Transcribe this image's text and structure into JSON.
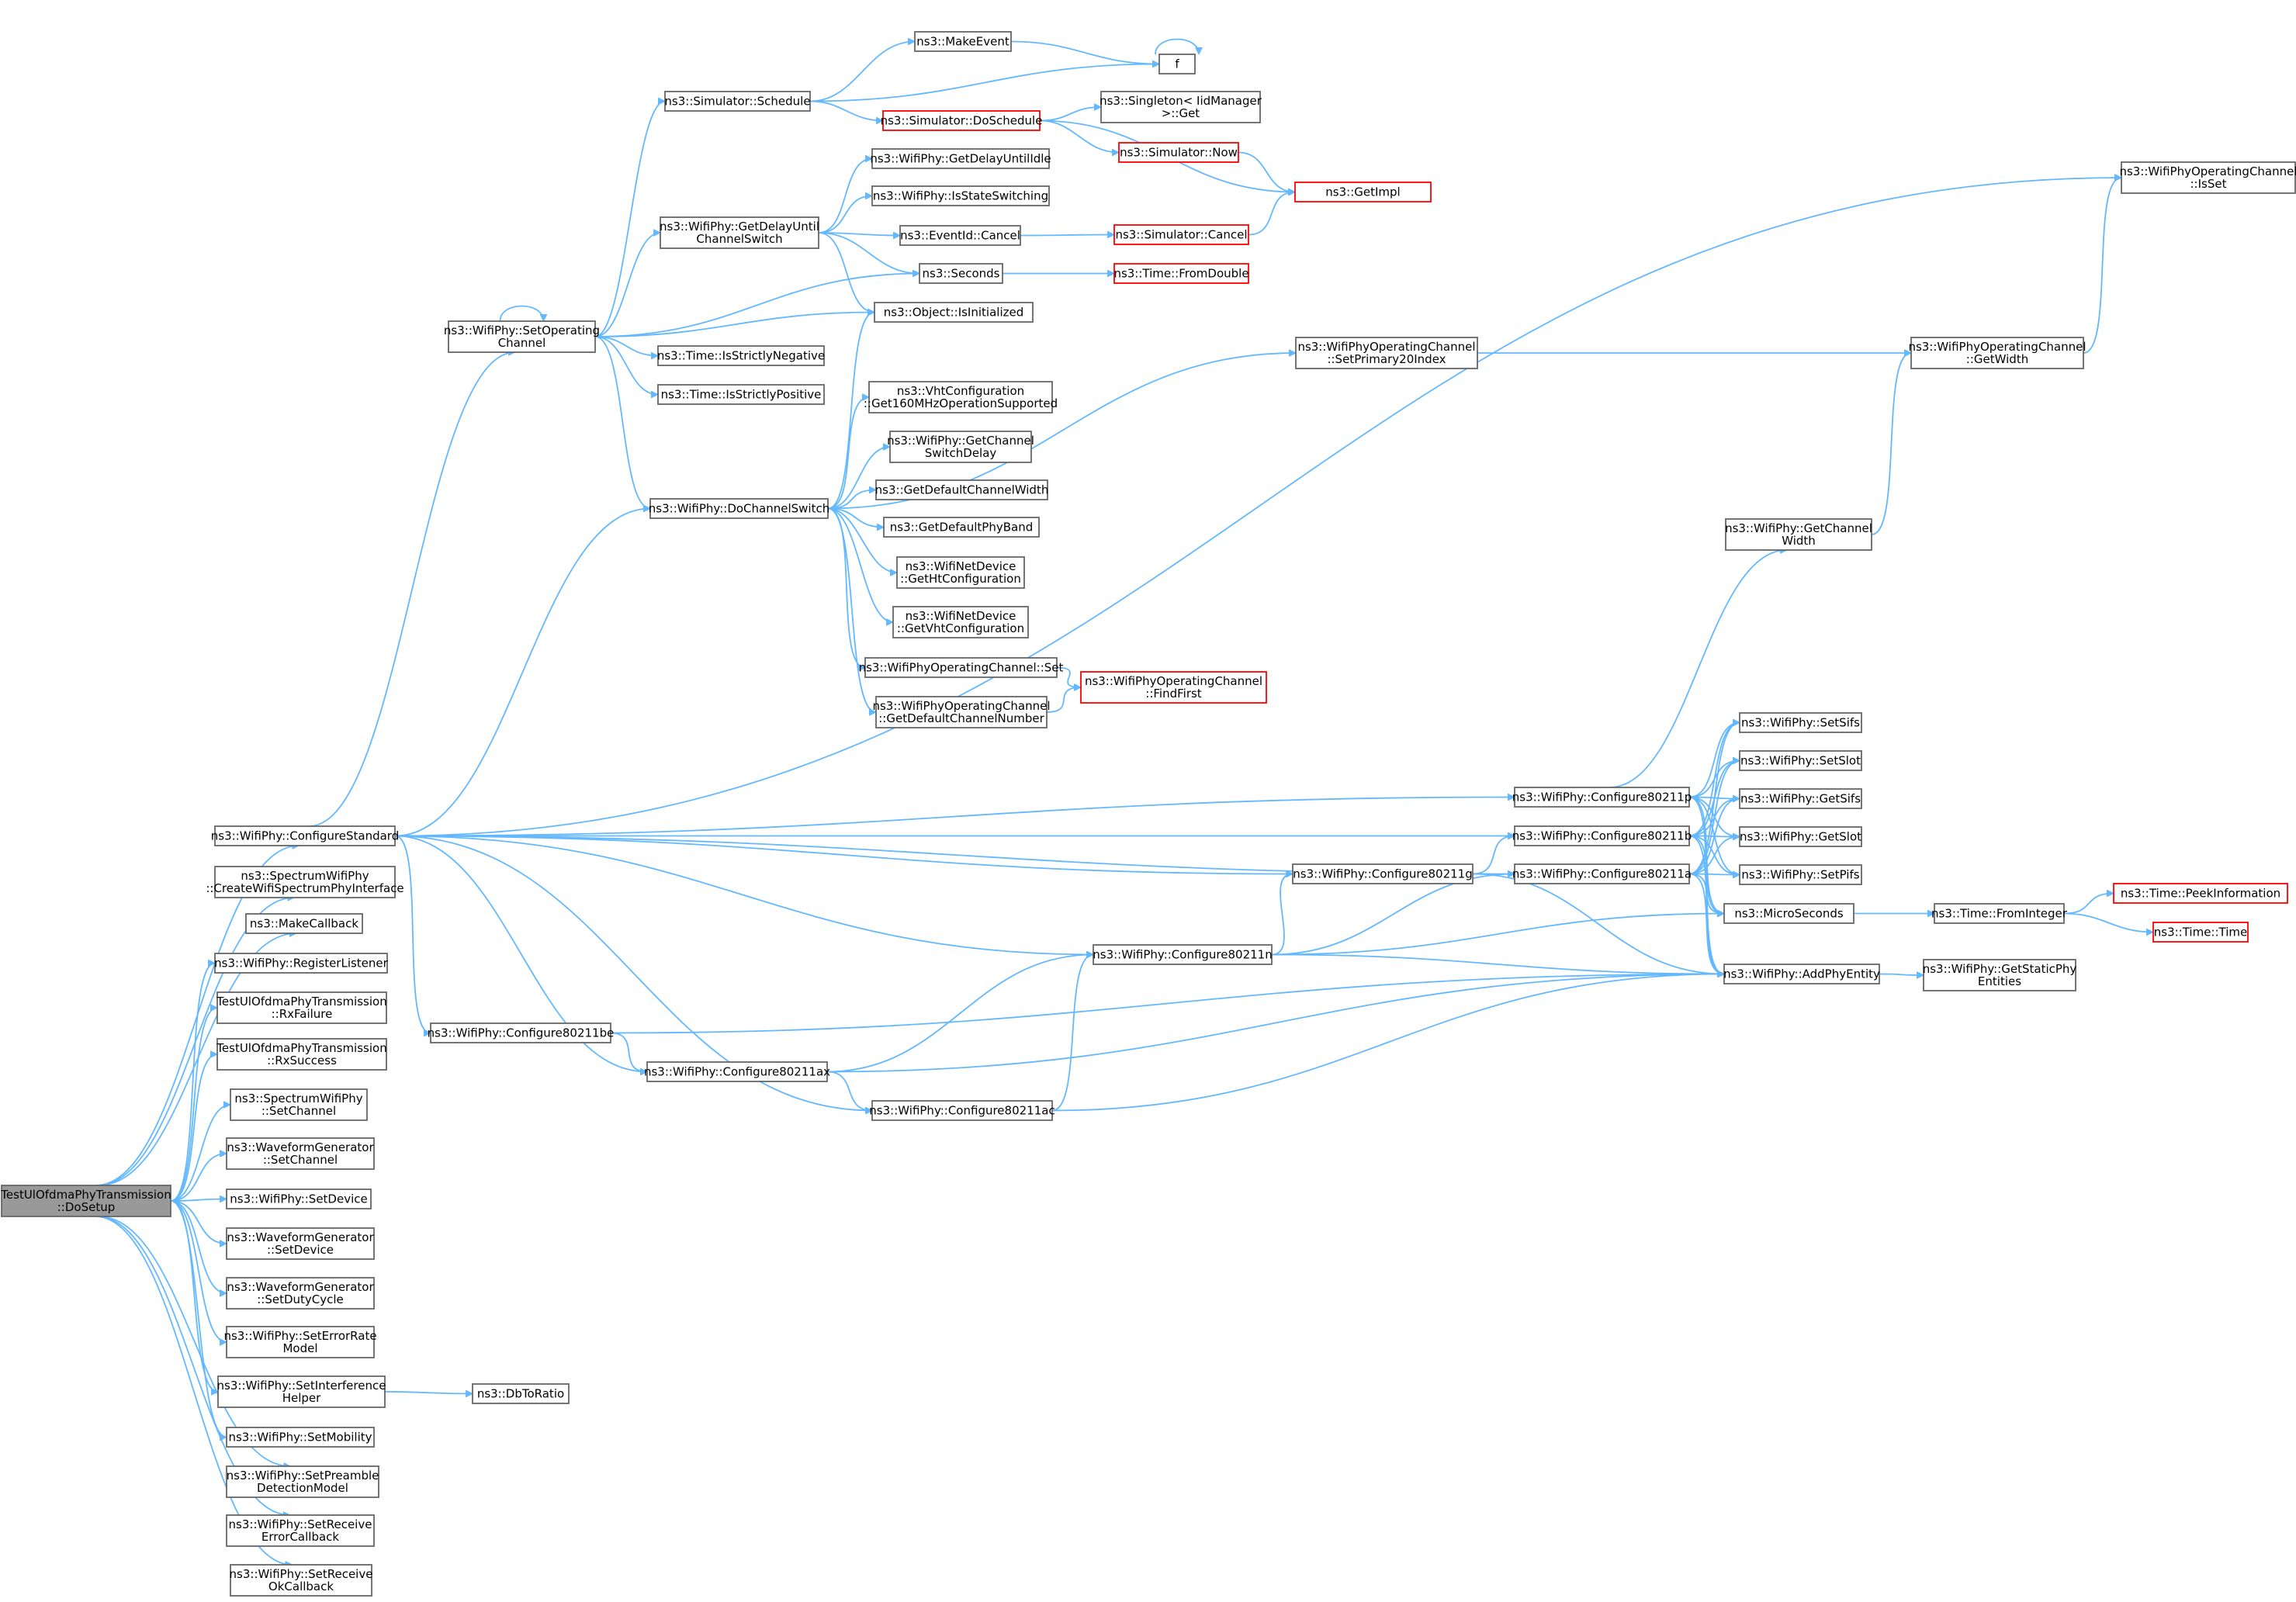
{
  "colors": {
    "edge": "#63b8ff",
    "node_border": "#666666",
    "node_fill": "#ffffff",
    "focus_fill": "#999999",
    "focus_border": "#666666",
    "truncated_border": "#ff0000"
  },
  "nodes": {
    "dosetup": {
      "lines": [
        "TestUlOfdmaPhyTransmission",
        "::DoSetup"
      ],
      "kind": "focus"
    },
    "configurestandard": {
      "lines": [
        "ns3::WifiPhy::ConfigureStandard"
      ],
      "kind": "normal"
    },
    "createwifispectrum": {
      "lines": [
        "ns3::SpectrumWifiPhy",
        "::CreateWifiSpectrumPhyInterface"
      ],
      "kind": "normal"
    },
    "makecallback": {
      "lines": [
        "ns3::MakeCallback"
      ],
      "kind": "normal"
    },
    "registerlistener": {
      "lines": [
        "ns3::WifiPhy::RegisterListener"
      ],
      "kind": "normal"
    },
    "rxfailure": {
      "lines": [
        "TestUlOfdmaPhyTransmission",
        "::RxFailure"
      ],
      "kind": "normal"
    },
    "rxsuccess": {
      "lines": [
        "TestUlOfdmaPhyTransmission",
        "::RxSuccess"
      ],
      "kind": "normal"
    },
    "spectrumsetchannel": {
      "lines": [
        "ns3::SpectrumWifiPhy",
        "::SetChannel"
      ],
      "kind": "normal"
    },
    "wfgsetchannel": {
      "lines": [
        "ns3::WaveformGenerator",
        "::SetChannel"
      ],
      "kind": "normal"
    },
    "setdevice": {
      "lines": [
        "ns3::WifiPhy::SetDevice"
      ],
      "kind": "normal"
    },
    "wfgsetdevice": {
      "lines": [
        "ns3::WaveformGenerator",
        "::SetDevice"
      ],
      "kind": "normal"
    },
    "setdutycycle": {
      "lines": [
        "ns3::WaveformGenerator",
        "::SetDutyCycle"
      ],
      "kind": "normal"
    },
    "seterrorrate": {
      "lines": [
        "ns3::WifiPhy::SetErrorRate",
        "Model"
      ],
      "kind": "normal"
    },
    "setinterference": {
      "lines": [
        "ns3::WifiPhy::SetInterference",
        "Helper"
      ],
      "kind": "normal"
    },
    "dbtoratio": {
      "lines": [
        "ns3::DbToRatio"
      ],
      "kind": "normal"
    },
    "setmobility": {
      "lines": [
        "ns3::WifiPhy::SetMobility"
      ],
      "kind": "normal"
    },
    "setpreamble": {
      "lines": [
        "ns3::WifiPhy::SetPreamble",
        "DetectionModel"
      ],
      "kind": "normal"
    },
    "setreceiveerror": {
      "lines": [
        "ns3::WifiPhy::SetReceive",
        "ErrorCallback"
      ],
      "kind": "normal"
    },
    "setreceiveok": {
      "lines": [
        "ns3::WifiPhy::SetReceive",
        "OkCallback"
      ],
      "kind": "normal"
    },
    "setoperatingchannel": {
      "lines": [
        "ns3::WifiPhy::SetOperating",
        "Channel"
      ],
      "kind": "normal"
    },
    "schedule": {
      "lines": [
        "ns3::Simulator::Schedule"
      ],
      "kind": "normal"
    },
    "makeevent": {
      "lines": [
        "ns3::MakeEvent"
      ],
      "kind": "normal"
    },
    "f": {
      "lines": [
        "f"
      ],
      "kind": "normal"
    },
    "doschedule": {
      "lines": [
        "ns3::Simulator::DoSchedule"
      ],
      "kind": "truncated"
    },
    "singletonget": {
      "lines": [
        "ns3::Singleton< IidManager",
        ">::Get"
      ],
      "kind": "normal"
    },
    "simnow": {
      "lines": [
        "ns3::Simulator::Now"
      ],
      "kind": "truncated"
    },
    "getimpl": {
      "lines": [
        "ns3::GetImpl"
      ],
      "kind": "truncated"
    },
    "getdelayuntilidle": {
      "lines": [
        "ns3::WifiPhy::GetDelayUntilIdle"
      ],
      "kind": "normal"
    },
    "isstateswitching": {
      "lines": [
        "ns3::WifiPhy::IsStateSwitching"
      ],
      "kind": "normal"
    },
    "getdelayuntilchannelswitch": {
      "lines": [
        "ns3::WifiPhy::GetDelayUntil",
        "ChannelSwitch"
      ],
      "kind": "normal"
    },
    "eventidcancel": {
      "lines": [
        "ns3::EventId::Cancel"
      ],
      "kind": "normal"
    },
    "simcancel": {
      "lines": [
        "ns3::Simulator::Cancel"
      ],
      "kind": "truncated"
    },
    "seconds": {
      "lines": [
        "ns3::Seconds"
      ],
      "kind": "normal"
    },
    "fromdouble": {
      "lines": [
        "ns3::Time::FromDouble"
      ],
      "kind": "truncated"
    },
    "isinitialized": {
      "lines": [
        "ns3::Object::IsInitialized"
      ],
      "kind": "normal"
    },
    "isstrictlynegative": {
      "lines": [
        "ns3::Time::IsStrictlyNegative"
      ],
      "kind": "normal"
    },
    "isstrictlypositive": {
      "lines": [
        "ns3::Time::IsStrictlyPositive"
      ],
      "kind": "normal"
    },
    "setprimary20": {
      "lines": [
        "ns3::WifiPhyOperatingChannel",
        "::SetPrimary20Index"
      ],
      "kind": "normal"
    },
    "opgetwidth": {
      "lines": [
        "ns3::WifiPhyOperatingChannel",
        "::GetWidth"
      ],
      "kind": "normal"
    },
    "opisset": {
      "lines": [
        "ns3::WifiPhyOperatingChannel",
        "::IsSet"
      ],
      "kind": "normal"
    },
    "get160mhz": {
      "lines": [
        "ns3::VhtConfiguration",
        "::Get160MHzOperationSupported"
      ],
      "kind": "normal"
    },
    "getchannelswitchdelay": {
      "lines": [
        "ns3::WifiPhy::GetChannel",
        "SwitchDelay"
      ],
      "kind": "normal"
    },
    "getdefaultchannelwidth": {
      "lines": [
        "ns3::GetDefaultChannelWidth"
      ],
      "kind": "normal"
    },
    "getdefaultphyband": {
      "lines": [
        "ns3::GetDefaultPhyBand"
      ],
      "kind": "normal"
    },
    "dochannelswitch": {
      "lines": [
        "ns3::WifiPhy::DoChannelSwitch"
      ],
      "kind": "normal"
    },
    "gethtconfiguration": {
      "lines": [
        "ns3::WifiNetDevice",
        "::GetHtConfiguration"
      ],
      "kind": "normal"
    },
    "getvhtconfiguration": {
      "lines": [
        "ns3::WifiNetDevice",
        "::GetVhtConfiguration"
      ],
      "kind": "normal"
    },
    "opset": {
      "lines": [
        "ns3::WifiPhyOperatingChannel::Set"
      ],
      "kind": "normal"
    },
    "findfirst": {
      "lines": [
        "ns3::WifiPhyOperatingChannel",
        "::FindFirst"
      ],
      "kind": "truncated"
    },
    "getdefaultchannelnumber": {
      "lines": [
        "ns3::WifiPhyOperatingChannel",
        "::GetDefaultChannelNumber"
      ],
      "kind": "normal"
    },
    "getchannelwidth": {
      "lines": [
        "ns3::WifiPhy::GetChannel",
        "Width"
      ],
      "kind": "normal"
    },
    "setsifs": {
      "lines": [
        "ns3::WifiPhy::SetSifs"
      ],
      "kind": "normal"
    },
    "setslot": {
      "lines": [
        "ns3::WifiPhy::SetSlot"
      ],
      "kind": "normal"
    },
    "getsifs": {
      "lines": [
        "ns3::WifiPhy::GetSifs"
      ],
      "kind": "normal"
    },
    "getslot": {
      "lines": [
        "ns3::WifiPhy::GetSlot"
      ],
      "kind": "normal"
    },
    "setpifs": {
      "lines": [
        "ns3::WifiPhy::SetPifs"
      ],
      "kind": "normal"
    },
    "c80211p": {
      "lines": [
        "ns3::WifiPhy::Configure80211p"
      ],
      "kind": "normal"
    },
    "c80211b": {
      "lines": [
        "ns3::WifiPhy::Configure80211b"
      ],
      "kind": "normal"
    },
    "c80211a": {
      "lines": [
        "ns3::WifiPhy::Configure80211a"
      ],
      "kind": "normal"
    },
    "c80211g": {
      "lines": [
        "ns3::WifiPhy::Configure80211g"
      ],
      "kind": "normal"
    },
    "microseconds": {
      "lines": [
        "ns3::MicroSeconds"
      ],
      "kind": "normal"
    },
    "frominteger": {
      "lines": [
        "ns3::Time::FromInteger"
      ],
      "kind": "normal"
    },
    "peekinformation": {
      "lines": [
        "ns3::Time::PeekInformation"
      ],
      "kind": "truncated"
    },
    "timetime": {
      "lines": [
        "ns3::Time::Time"
      ],
      "kind": "truncated"
    },
    "c80211n": {
      "lines": [
        "ns3::WifiPhy::Configure80211n"
      ],
      "kind": "normal"
    },
    "addphyentity": {
      "lines": [
        "ns3::WifiPhy::AddPhyEntity"
      ],
      "kind": "normal"
    },
    "getstaticphyentities": {
      "lines": [
        "ns3::WifiPhy::GetStaticPhy",
        "Entities"
      ],
      "kind": "normal"
    },
    "c80211be": {
      "lines": [
        "ns3::WifiPhy::Configure80211be"
      ],
      "kind": "normal"
    },
    "c80211ax": {
      "lines": [
        "ns3::WifiPhy::Configure80211ax"
      ],
      "kind": "normal"
    },
    "c80211ac": {
      "lines": [
        "ns3::WifiPhy::Configure80211ac"
      ],
      "kind": "normal"
    }
  },
  "edges": [
    [
      "dosetup",
      "configurestandard"
    ],
    [
      "dosetup",
      "createwifispectrum"
    ],
    [
      "dosetup",
      "makecallback"
    ],
    [
      "dosetup",
      "registerlistener"
    ],
    [
      "dosetup",
      "rxfailure"
    ],
    [
      "dosetup",
      "rxsuccess"
    ],
    [
      "dosetup",
      "spectrumsetchannel"
    ],
    [
      "dosetup",
      "wfgsetchannel"
    ],
    [
      "dosetup",
      "setdevice"
    ],
    [
      "dosetup",
      "wfgsetdevice"
    ],
    [
      "dosetup",
      "setdutycycle"
    ],
    [
      "dosetup",
      "seterrorrate"
    ],
    [
      "dosetup",
      "setinterference"
    ],
    [
      "dosetup",
      "setmobility"
    ],
    [
      "dosetup",
      "setpreamble"
    ],
    [
      "dosetup",
      "setreceiveerror"
    ],
    [
      "dosetup",
      "setreceiveok"
    ],
    [
      "setinterference",
      "dbtoratio"
    ],
    [
      "configurestandard",
      "setoperatingchannel"
    ],
    [
      "configurestandard",
      "dochannelswitch"
    ],
    [
      "configurestandard",
      "opisset"
    ],
    [
      "configurestandard",
      "c80211p"
    ],
    [
      "configurestandard",
      "c80211b"
    ],
    [
      "configurestandard",
      "c80211a"
    ],
    [
      "configurestandard",
      "c80211g"
    ],
    [
      "configurestandard",
      "c80211n"
    ],
    [
      "configurestandard",
      "c80211be"
    ],
    [
      "configurestandard",
      "c80211ax"
    ],
    [
      "configurestandard",
      "c80211ac"
    ],
    [
      "setoperatingchannel",
      "setoperatingchannel"
    ],
    [
      "setoperatingchannel",
      "schedule"
    ],
    [
      "setoperatingchannel",
      "getdelayuntilchannelswitch"
    ],
    [
      "setoperatingchannel",
      "seconds"
    ],
    [
      "setoperatingchannel",
      "isinitialized"
    ],
    [
      "setoperatingchannel",
      "isstrictlynegative"
    ],
    [
      "setoperatingchannel",
      "isstrictlypositive"
    ],
    [
      "setoperatingchannel",
      "dochannelswitch"
    ],
    [
      "schedule",
      "makeevent"
    ],
    [
      "schedule",
      "f"
    ],
    [
      "schedule",
      "doschedule"
    ],
    [
      "makeevent",
      "f"
    ],
    [
      "f",
      "f"
    ],
    [
      "doschedule",
      "singletonget"
    ],
    [
      "doschedule",
      "simnow"
    ],
    [
      "doschedule",
      "getimpl"
    ],
    [
      "simnow",
      "getimpl"
    ],
    [
      "getdelayuntilchannelswitch",
      "getdelayuntilidle"
    ],
    [
      "getdelayuntilchannelswitch",
      "isstateswitching"
    ],
    [
      "getdelayuntilchannelswitch",
      "eventidcancel"
    ],
    [
      "getdelayuntilchannelswitch",
      "seconds"
    ],
    [
      "getdelayuntilchannelswitch",
      "isinitialized"
    ],
    [
      "eventidcancel",
      "simcancel"
    ],
    [
      "simcancel",
      "getimpl"
    ],
    [
      "seconds",
      "fromdouble"
    ],
    [
      "dochannelswitch",
      "isinitialized"
    ],
    [
      "dochannelswitch",
      "setprimary20"
    ],
    [
      "dochannelswitch",
      "get160mhz"
    ],
    [
      "dochannelswitch",
      "getchannelswitchdelay"
    ],
    [
      "dochannelswitch",
      "getdefaultchannelwidth"
    ],
    [
      "dochannelswitch",
      "getdefaultphyband"
    ],
    [
      "dochannelswitch",
      "gethtconfiguration"
    ],
    [
      "dochannelswitch",
      "getvhtconfiguration"
    ],
    [
      "dochannelswitch",
      "opset"
    ],
    [
      "dochannelswitch",
      "getdefaultchannelnumber"
    ],
    [
      "opset",
      "findfirst"
    ],
    [
      "getdefaultchannelnumber",
      "findfirst"
    ],
    [
      "setprimary20",
      "opgetwidth"
    ],
    [
      "opgetwidth",
      "opisset"
    ],
    [
      "getchannelwidth",
      "opgetwidth"
    ],
    [
      "c80211p",
      "getchannelwidth"
    ],
    [
      "c80211p",
      "setsifs"
    ],
    [
      "c80211p",
      "setslot"
    ],
    [
      "c80211p",
      "getsifs"
    ],
    [
      "c80211p",
      "getslot"
    ],
    [
      "c80211p",
      "setpifs"
    ],
    [
      "c80211p",
      "microseconds"
    ],
    [
      "c80211p",
      "addphyentity"
    ],
    [
      "c80211b",
      "setsifs"
    ],
    [
      "c80211b",
      "setslot"
    ],
    [
      "c80211b",
      "getsifs"
    ],
    [
      "c80211b",
      "getslot"
    ],
    [
      "c80211b",
      "setpifs"
    ],
    [
      "c80211b",
      "microseconds"
    ],
    [
      "c80211b",
      "addphyentity"
    ],
    [
      "c80211a",
      "setsifs"
    ],
    [
      "c80211a",
      "setslot"
    ],
    [
      "c80211a",
      "getsifs"
    ],
    [
      "c80211a",
      "getslot"
    ],
    [
      "c80211a",
      "setpifs"
    ],
    [
      "c80211a",
      "microseconds"
    ],
    [
      "c80211a",
      "addphyentity"
    ],
    [
      "c80211g",
      "c80211b"
    ],
    [
      "c80211g",
      "addphyentity"
    ],
    [
      "microseconds",
      "frominteger"
    ],
    [
      "frominteger",
      "peekinformation"
    ],
    [
      "frominteger",
      "timetime"
    ],
    [
      "c80211n",
      "c80211g"
    ],
    [
      "c80211n",
      "c80211a"
    ],
    [
      "c80211n",
      "microseconds"
    ],
    [
      "c80211n",
      "addphyentity"
    ],
    [
      "addphyentity",
      "getstaticphyentities"
    ],
    [
      "c80211be",
      "c80211ax"
    ],
    [
      "c80211be",
      "addphyentity"
    ],
    [
      "c80211ax",
      "c80211n"
    ],
    [
      "c80211ax",
      "c80211ac"
    ],
    [
      "c80211ax",
      "addphyentity"
    ],
    [
      "c80211ac",
      "c80211n"
    ],
    [
      "c80211ac",
      "addphyentity"
    ]
  ]
}
